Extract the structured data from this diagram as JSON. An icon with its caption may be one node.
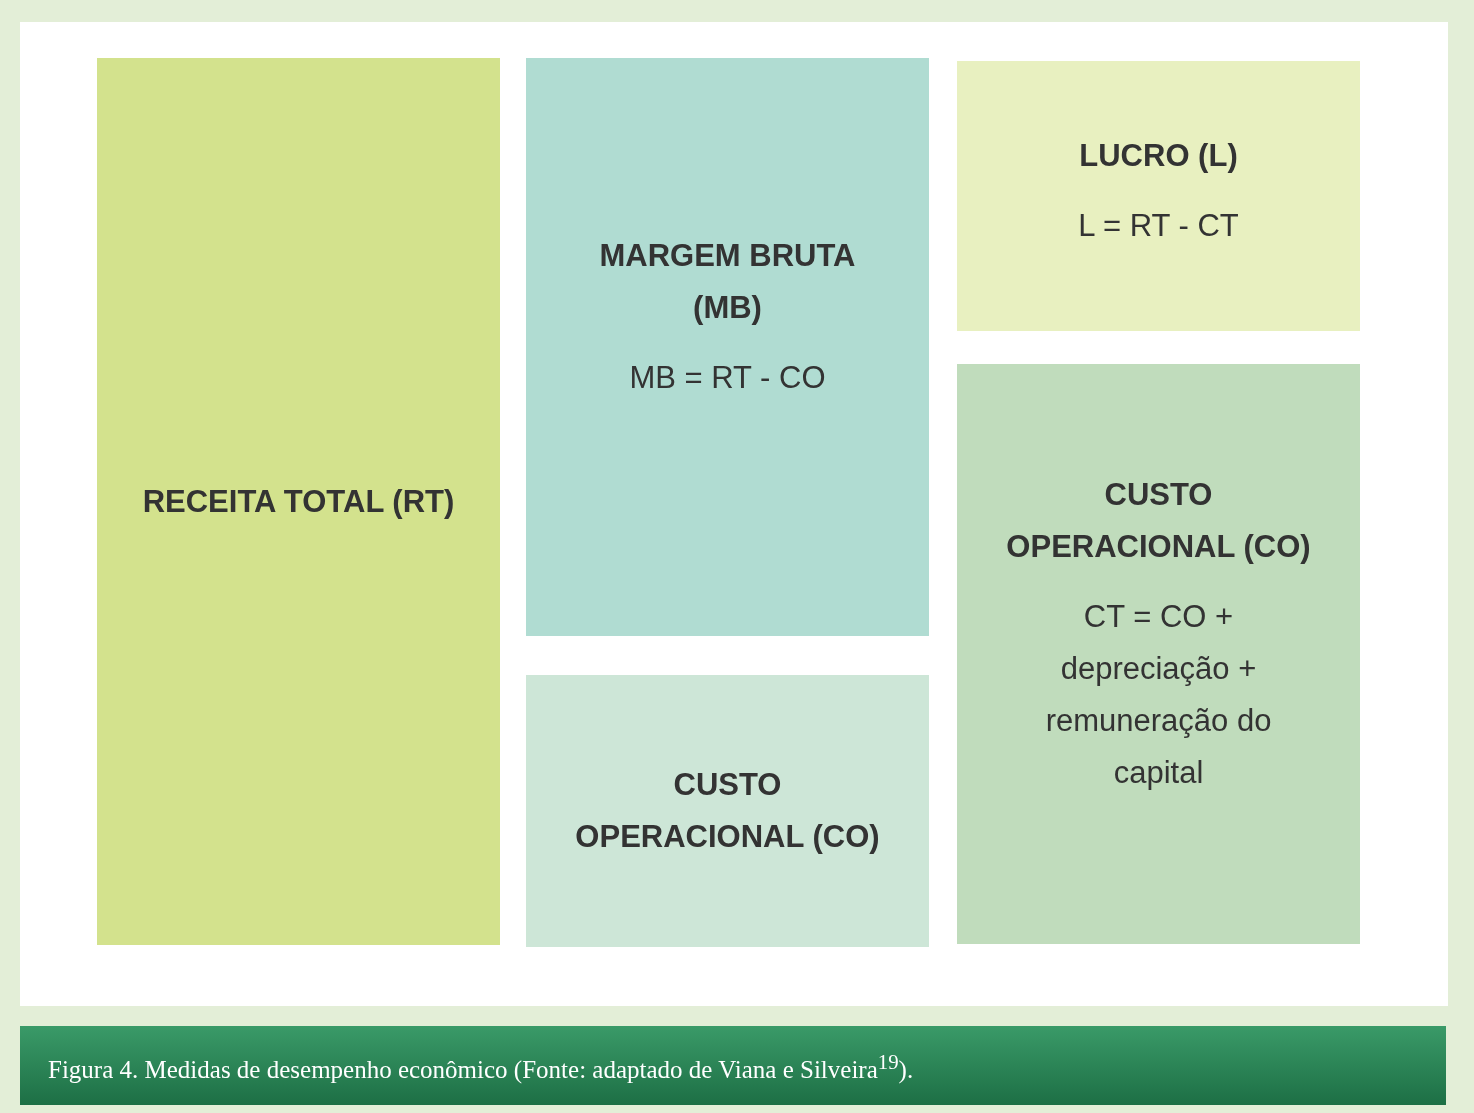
{
  "diagram": {
    "caption": "Figura 4. Medidas de desempenho econômico (Fonte: adaptado de Viana e Silveira$^{19}$).",
    "nodes": [
      {
        "text": [
          "RECEITA TOTAL (RT)"
        ]
      },
      {
        "text": [
          "MARGEM BRUTA (MB)",
          "MB = RT - CO"
        ]
      },
      {
        "text": [
          "CUSTO OPERACIONAL (CO)"
        ]
      },
      {
        "text": [
          "LUCRO (L)",
          "L = RT - CT"
        ]
      },
      {
        "text": [
          "CUSTO OPERACIONAL (CO)",
          "CT = CO + depreciação + remuneração do capital"
        ]
      }
    ],
    "edges": []
  }
}
